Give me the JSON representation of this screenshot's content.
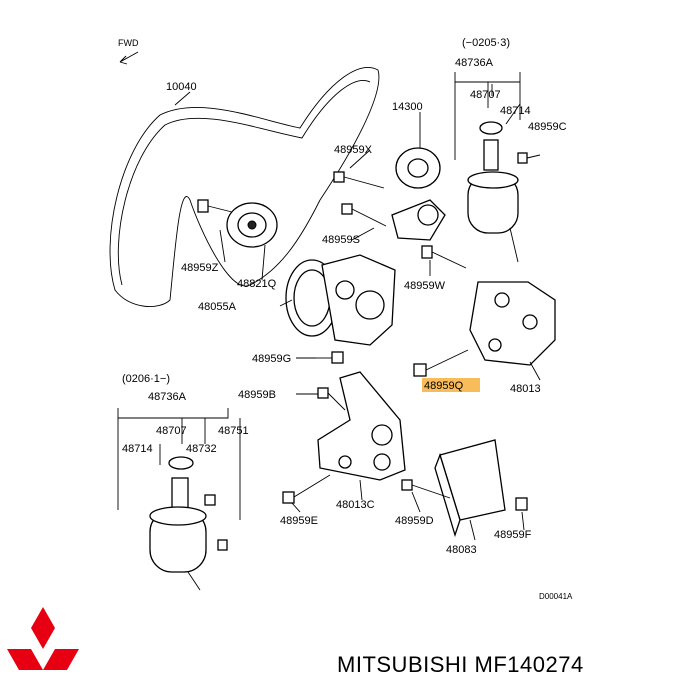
{
  "fwd": "FWD",
  "variant_top": "(−0205·3)",
  "variant_bottom": "(0206·1−)",
  "labels": {
    "l10040": "10040",
    "l14300": "14300",
    "l48959X": "48959X",
    "l48959S": "48959S",
    "l48959Z": "48959Z",
    "l48821Q": "48821Q",
    "l48055A": "48055A",
    "l48959W": "48959W",
    "l48959G": "48959G",
    "l48959B": "48959B",
    "l48959Q": "48959Q",
    "l48013": "48013",
    "l48013C": "48013C",
    "l48959E": "48959E",
    "l48959D": "48959D",
    "l48083": "48083",
    "l48959F": "48959F",
    "t48736A": "48736A",
    "t48707": "48707",
    "t48714": "48714",
    "t48959C": "48959C",
    "b48736A": "48736A",
    "b48707": "48707",
    "b48751": "48751",
    "b48714": "48714",
    "b48732": "48732"
  },
  "drawing_code": "D00041A",
  "highlight_color": "#f5a623",
  "brand": {
    "logo": "mitsubishi-three-diamonds-logo",
    "logo_color": "#e60012",
    "text": "MITSUBISHI MF140274"
  }
}
